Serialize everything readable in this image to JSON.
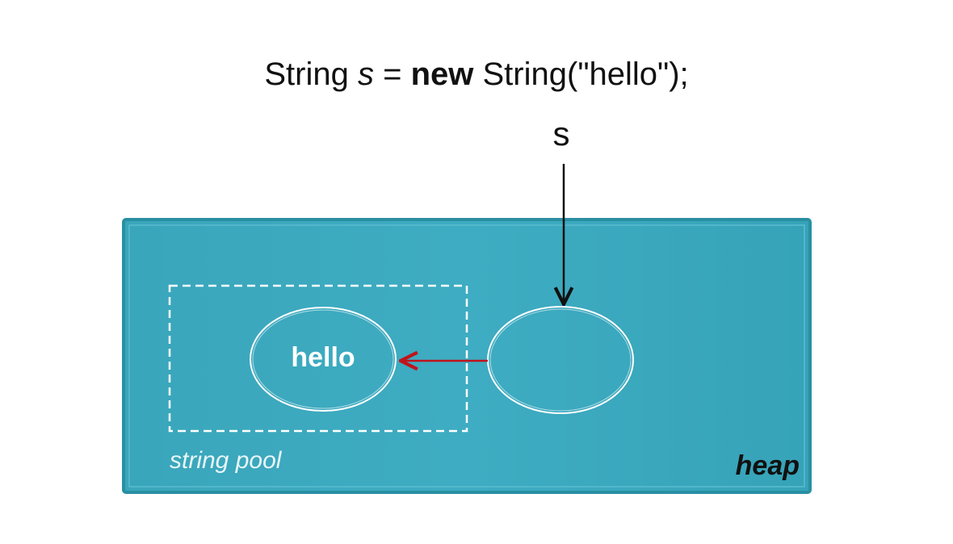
{
  "code_statement": {
    "type_name": "String",
    "variable": "s",
    "equals": "=",
    "keyword": "new",
    "constructor_call": "String(\"hello\");"
  },
  "reference_label": "s",
  "heap": {
    "label": "heap",
    "fill_color": "#3aa9be",
    "border_color": "#2a8fa3"
  },
  "string_pool": {
    "label": "string pool",
    "string_value": "hello"
  },
  "arrows": {
    "reference_color": "#111111",
    "pool_reference_color": "#c0141c"
  }
}
